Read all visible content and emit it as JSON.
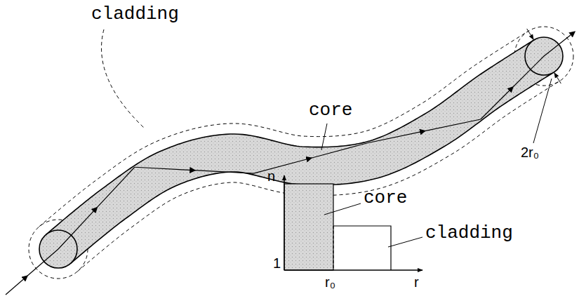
{
  "diagram": {
    "labels": [
      "cladding",
      "core",
      "2r₀",
      "n",
      "1",
      "core",
      "cladding",
      "r₀",
      "r"
    ]
  }
}
